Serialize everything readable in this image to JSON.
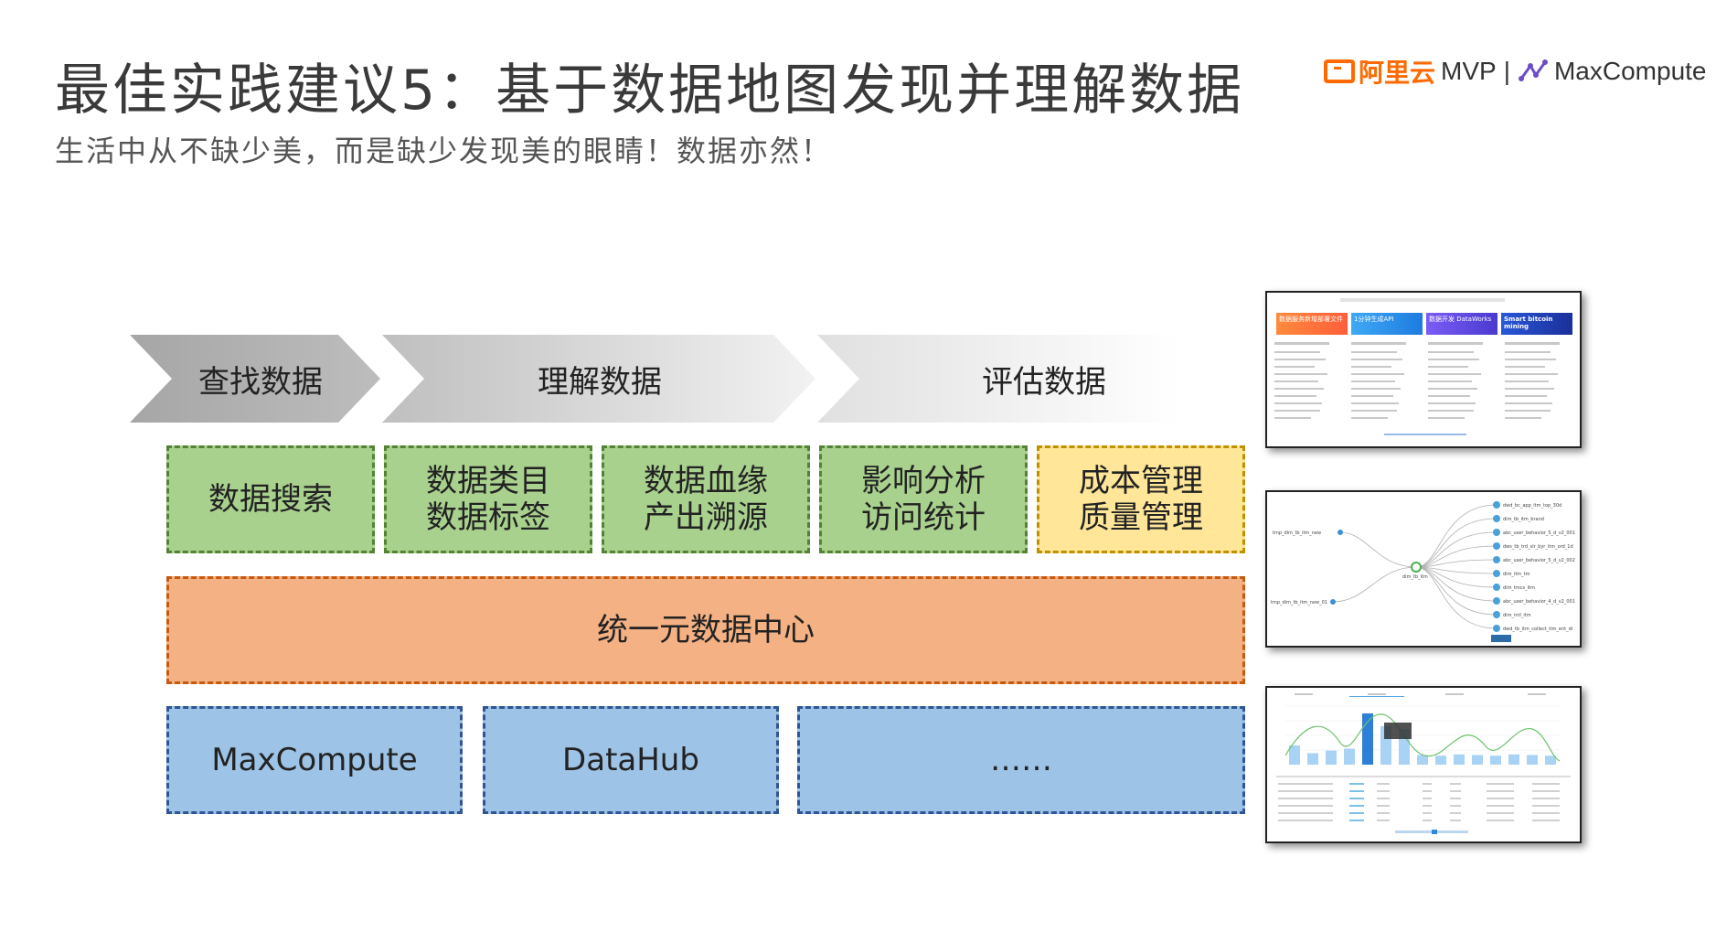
{
  "title": "最佳实践建议5：基于数据地图发现并理解数据",
  "subtitle": "生活中从不缺少美，而是缺少发现美的眼睛！数据亦然！",
  "logo": {
    "aliyun": "阿里云",
    "mvp": "MVP",
    "separator": "|",
    "maxcompute": "MaxCompute"
  },
  "steps": [
    "查找数据",
    "理解数据",
    "评估数据"
  ],
  "capabilities": [
    {
      "line1": "数据搜索",
      "line2": ""
    },
    {
      "line1": "数据类目",
      "line2": "数据标签"
    },
    {
      "line1": "数据血缘",
      "line2": "产出溯源"
    },
    {
      "line1": "影响分析",
      "line2": "访问统计"
    },
    {
      "line1": "成本管理",
      "line2": "质量管理"
    }
  ],
  "center": "统一元数据中心",
  "sources": [
    "MaxCompute",
    "DataHub",
    "……"
  ],
  "screenshots": {
    "search": {
      "banners": [
        "数据服务新增部署文件",
        "1分钟生成API",
        "数据开发 DataWorks",
        "Smart bitcoin mining"
      ]
    },
    "lineage": {
      "left_nodes": [
        "tmp_dim_tb_itm_new",
        "tmp_dim_tb_itm_new_01"
      ],
      "center_node": "dim_tb_itm",
      "right_nodes": [
        "dwd_bc_app_itm_top_30d",
        "dim_tb_itm_brand",
        "abc_user_behavior_5_d_v2_001",
        "dws_tb_trd_slr_byr_itm_ord_1d",
        "abc_user_behavior_5_d_v2_002",
        "dim_itm_tm",
        "dim_tmcs_itm",
        "abc_user_behavior_4_d_v2_001",
        "dim_intl_itm",
        "dwd_tb_itm_collect_itm_ent_di"
      ]
    },
    "stats": {
      "bars": [
        30,
        18,
        22,
        25,
        80,
        60,
        55,
        15,
        14,
        16,
        15,
        14,
        16,
        15,
        14
      ]
    }
  },
  "colors": {
    "green": "#a9d18e",
    "yellow": "#ffe699",
    "orange": "#f4b183",
    "blue": "#9dc3e6",
    "aliyun": "#ff6a00"
  }
}
